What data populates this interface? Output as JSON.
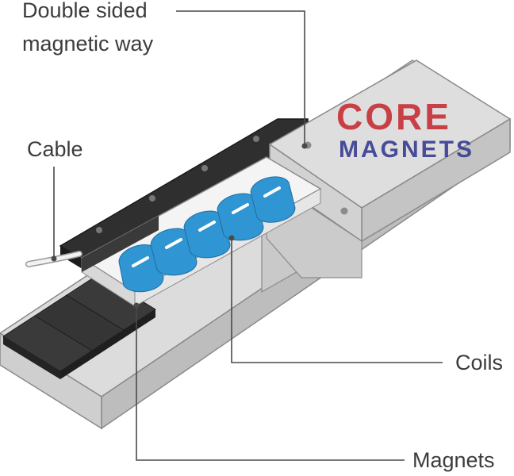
{
  "labels": {
    "magnetic_way_line1": "Double sided",
    "magnetic_way_line2": "magnetic way",
    "cable": "Cable",
    "coils": "Coils",
    "magnets": "Magnets"
  },
  "logo": {
    "line1": "CORE",
    "line2": "MAGNETS"
  },
  "colors": {
    "label_text": "#3c3c3c",
    "leader_line": "#4a4a4a",
    "coil_blue": "#2f95d3",
    "logo_red": "#c8323a",
    "logo_blue": "#3b3f93",
    "body_gray": "#d6d6d6",
    "magnet_dark": "#2f2f2f"
  }
}
